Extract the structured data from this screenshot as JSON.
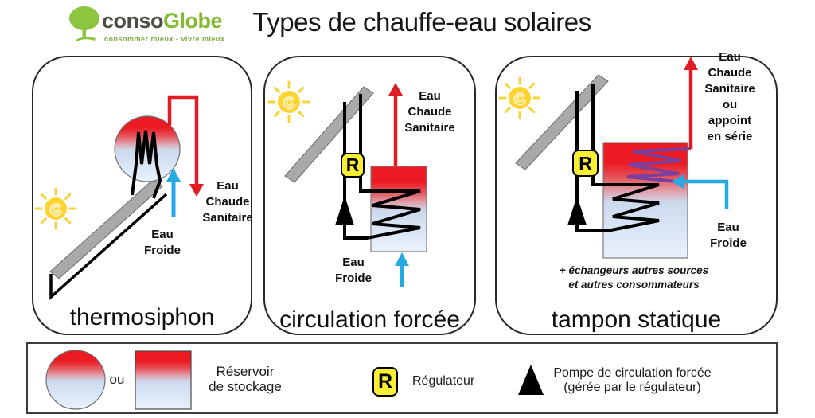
{
  "header": {
    "logo": {
      "brand_left": "conso",
      "brand_right": "Globe",
      "tagline": "consommer mieux - vivre mieux"
    },
    "title": "Types de chauffe-eau solaires"
  },
  "panels": [
    {
      "title": "thermosiphon",
      "hot_water_label": "Eau\nChaude\nSanitaire",
      "cold_water_label": "Eau\nFroide"
    },
    {
      "title": "circulation forcée",
      "hot_water_label": "Eau\nChaude\nSanitaire",
      "cold_water_label": "Eau\nFroide",
      "regulator": "R"
    },
    {
      "title": "tampon statique",
      "hot_water_label": "Eau\nChaude\nSanitaire\nou\nappoint\nen série",
      "cold_water_label": "Eau\nFroide",
      "regulator": "R",
      "note": "+ échangeurs autres sources\net autres consommateurs"
    }
  ],
  "legend": {
    "or_label": "ou",
    "reservoir_label": "Réservoir\nde stockage",
    "regulator_symbol": "R",
    "regulator_label": "Régulateur",
    "pump_label": "Pompe de circulation forcée\n(gérée par le régulateur)"
  },
  "colors": {
    "hot_red": "#e11c24",
    "cold_cyan": "#27a9e1",
    "secondary_coil_purple": "#7b3f9d",
    "regulator_yellow": "#f8ee33",
    "brand_green": "#82bb30",
    "collector_gray": "#a9a9a9"
  }
}
